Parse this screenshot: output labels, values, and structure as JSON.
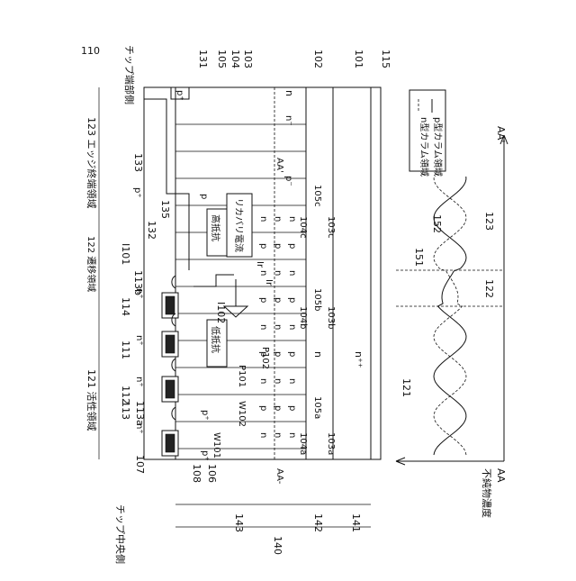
{
  "side_labels": {
    "chip_end": "チップ端部側",
    "chip_center": "チップ中央側"
  },
  "region_labels": {
    "active": "121 活性領域",
    "transition": "122 遷移領域",
    "edge_termination": "123 エッジ終端領域"
  },
  "column_labels": [
    "105c",
    "104c",
    "103c",
    "105b",
    "104b",
    "103b",
    "105a",
    "104a",
    "103a"
  ],
  "column_ticks": {
    "r1": [
      "n",
      "p",
      "n",
      "p",
      "n",
      "p",
      "n",
      "p",
      "n"
    ],
    "r2": [
      "n",
      "p",
      "n",
      "p",
      "n",
      "p",
      "n",
      "p",
      "n"
    ],
    "r3": [
      "n",
      "p",
      "n",
      "p",
      "n",
      "p",
      "n",
      "p",
      "n"
    ]
  },
  "numbers": {
    "n110": "110",
    "n115": "115",
    "n101": "101",
    "n102": "102",
    "n103": "103",
    "n104": "104",
    "n105": "105",
    "n131": "131",
    "n133": "133",
    "n135": "135",
    "n132": "132",
    "nI101": "I101",
    "nI102": "I102",
    "n113b": "113b",
    "n114": "114",
    "n111": "111",
    "n112": "112",
    "n113": "113",
    "n113a": "113a",
    "n107": "107",
    "n106": "106",
    "n108": "108",
    "n143": "143",
    "n142": "142",
    "n141": "141",
    "n140": "140",
    "n121": "121",
    "n122": "122",
    "n123": "123",
    "n151": "151",
    "n152": "152",
    "AA": "AA",
    "AAprime": "AA'",
    "AAdash": "AA-",
    "AAdash2": "AA'"
  },
  "dims": {
    "W101": "W101",
    "W102": "W102",
    "P101": "P101",
    "P102": "P102"
  },
  "current_labels": {
    "Ir1": "Ir",
    "Ir2": "Ir",
    "recovery": "リカバリ電流"
  },
  "resistance_labels": {
    "high": "高抵抗",
    "low": "低抵抗"
  },
  "doping_marks": {
    "n": "n",
    "nminus": "n⁻",
    "pminus": "p⁻",
    "p": "p",
    "pplus": "p⁺",
    "nplus": "n⁺",
    "npp": "n⁺⁺",
    "nn": "n"
  },
  "legend": {
    "n_col": "n型カラム領域",
    "p_col": "p型カラム領域"
  },
  "graph": {
    "y_label": "不純物濃度"
  }
}
